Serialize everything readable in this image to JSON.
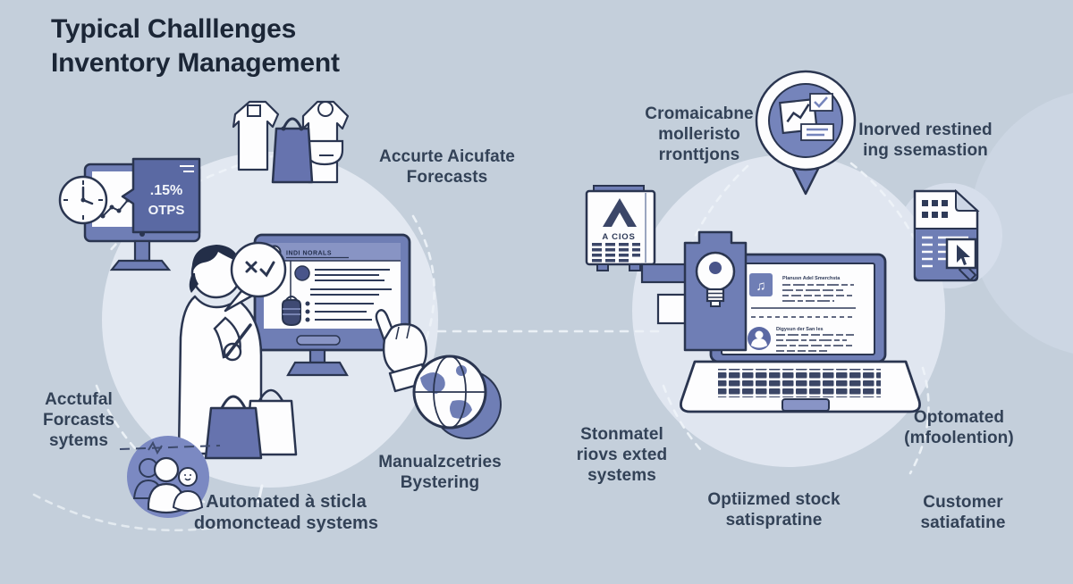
{
  "title": {
    "line1": "Typical Challlenges",
    "line2": "Inventory Management"
  },
  "labels": {
    "accurate_forecasts": "Accurte Aicufate\nForecasts",
    "actual_forecasts": "Acctufal\nForcasts\nsytems",
    "manual_entries": "Manualzcetries\nBystering",
    "automated_systems": "Automated à sticla\ndomonctead systems",
    "communication": "Cromaicabne\nmolleristo\nrronttjons",
    "improved_estimation": "Inorved restined\ning ssemastion",
    "stockouts": "Stonmatel\nriovs exted\nsystems",
    "optimized_info": "Optomated\n(mfoolention)",
    "optimized_stock": "Optiizmed stock\nsatispratine",
    "customer_satisfaction": "Customer\nsatiafatine"
  },
  "icons": {
    "report_value": ".15%",
    "report_caption": "OTPS",
    "dashboard_title": "INDI NORALS",
    "catalog_title": "A CIOS",
    "laptop_section1": "Planusn Adel Smerchsta",
    "laptop_section2": "Digysun der San les",
    "music_note": "♫"
  },
  "colors": {
    "background": "#c4cfdb",
    "cluster_circle": "#e2e8f1",
    "indigo": "#6f7eb5",
    "navy_outline": "#2a3550",
    "dark_panel": "#5a69a3",
    "title_text": "#1b2636",
    "label_text": "#334257"
  }
}
